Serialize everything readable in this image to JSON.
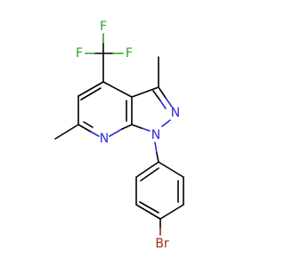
{
  "molecule": {
    "atoms": {
      "f_top": {
        "label": "F",
        "color": "#2aa22a"
      },
      "f_left": {
        "label": "F",
        "color": "#2aa22a"
      },
      "f_right": {
        "label": "F",
        "color": "#2aa22a"
      },
      "n_ring": {
        "label": "N",
        "color": "#2b2bd6"
      },
      "n_pyrazole_2": {
        "label": "N",
        "color": "#2b2bd6"
      },
      "n_pyrazole_1": {
        "label": "N",
        "color": "#2b2bd6"
      },
      "br": {
        "label": "Br",
        "color": "#9b2a1a"
      }
    },
    "colors": {
      "carbon_bond": "#000000",
      "nitrogen": "#2b2bd6",
      "fluorine": "#2aa22a",
      "bromine": "#9b2a1a"
    }
  }
}
